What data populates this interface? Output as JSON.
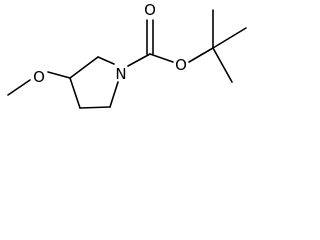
{
  "diagram": {
    "type": "chemical-structure",
    "atoms": {
      "methoxy_oxygen": "O",
      "ring_nitrogen": "N",
      "carbonyl_oxygen": "O",
      "ester_oxygen": "O"
    },
    "colors": {
      "bond": "#000000",
      "label": "#000000",
      "background": "#ffffff"
    }
  }
}
